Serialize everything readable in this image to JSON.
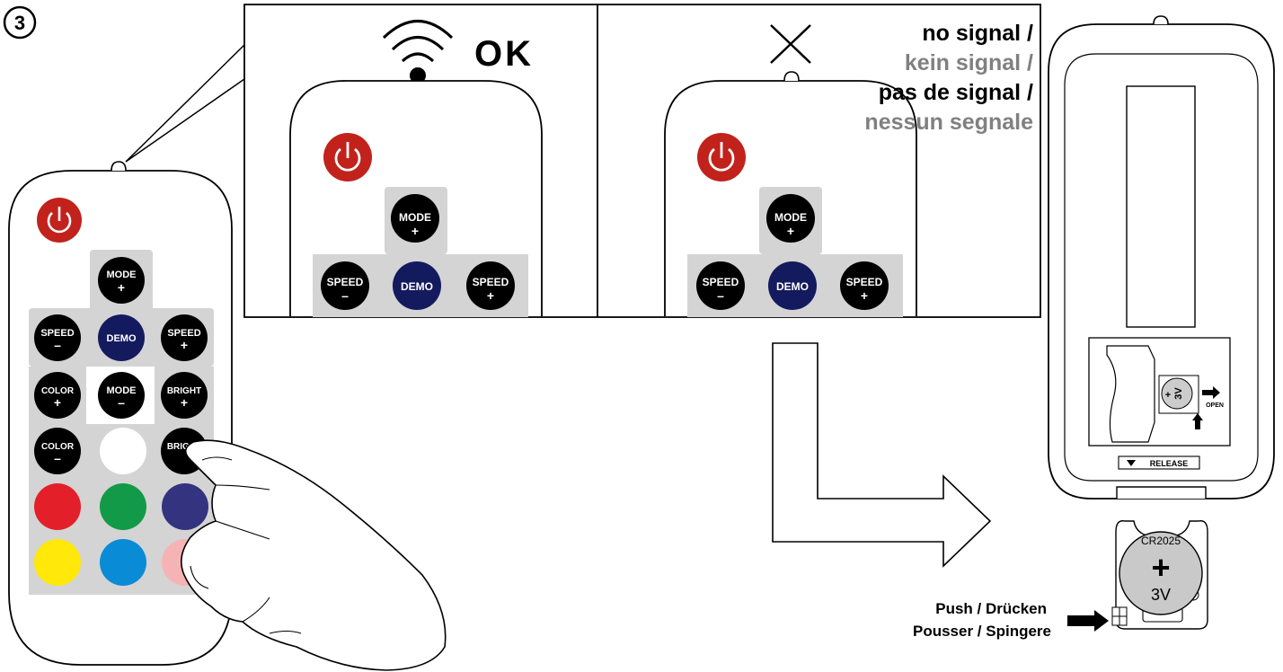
{
  "step_number": "3",
  "ok_panel": {
    "status": "OK"
  },
  "nosignal_panel": {
    "lines": [
      "no signal /",
      "kein signal /",
      "pas de signal /",
      "nessun segnale"
    ]
  },
  "buttons": {
    "mode_top": "MODE",
    "mode_top_sign": "+",
    "speed": "SPEED",
    "minus": "–",
    "plus": "+",
    "demo": "DEMO",
    "color": "COLOR",
    "bright": "BRIGHT",
    "mode": "MODE"
  },
  "battery": {
    "model": "CR2025",
    "sign": "+",
    "voltage": "3V",
    "open_label": "OPEN",
    "release_label": "RELEASE"
  },
  "instruction": {
    "line1": "Push / Drücken",
    "line2": "Pousser / Spingere"
  },
  "colors": {
    "power_red": "#c2221c",
    "demo_navy": "#141a5e",
    "panel_grey": "#d4d4d4",
    "color_red": "#e3202a",
    "color_green": "#139a48",
    "color_purple": "#34337f",
    "color_yellow": "#ffe80a",
    "color_blue": "#0a8bd6",
    "color_pink": "#f5b3b5",
    "color_white": "#ffffff"
  }
}
